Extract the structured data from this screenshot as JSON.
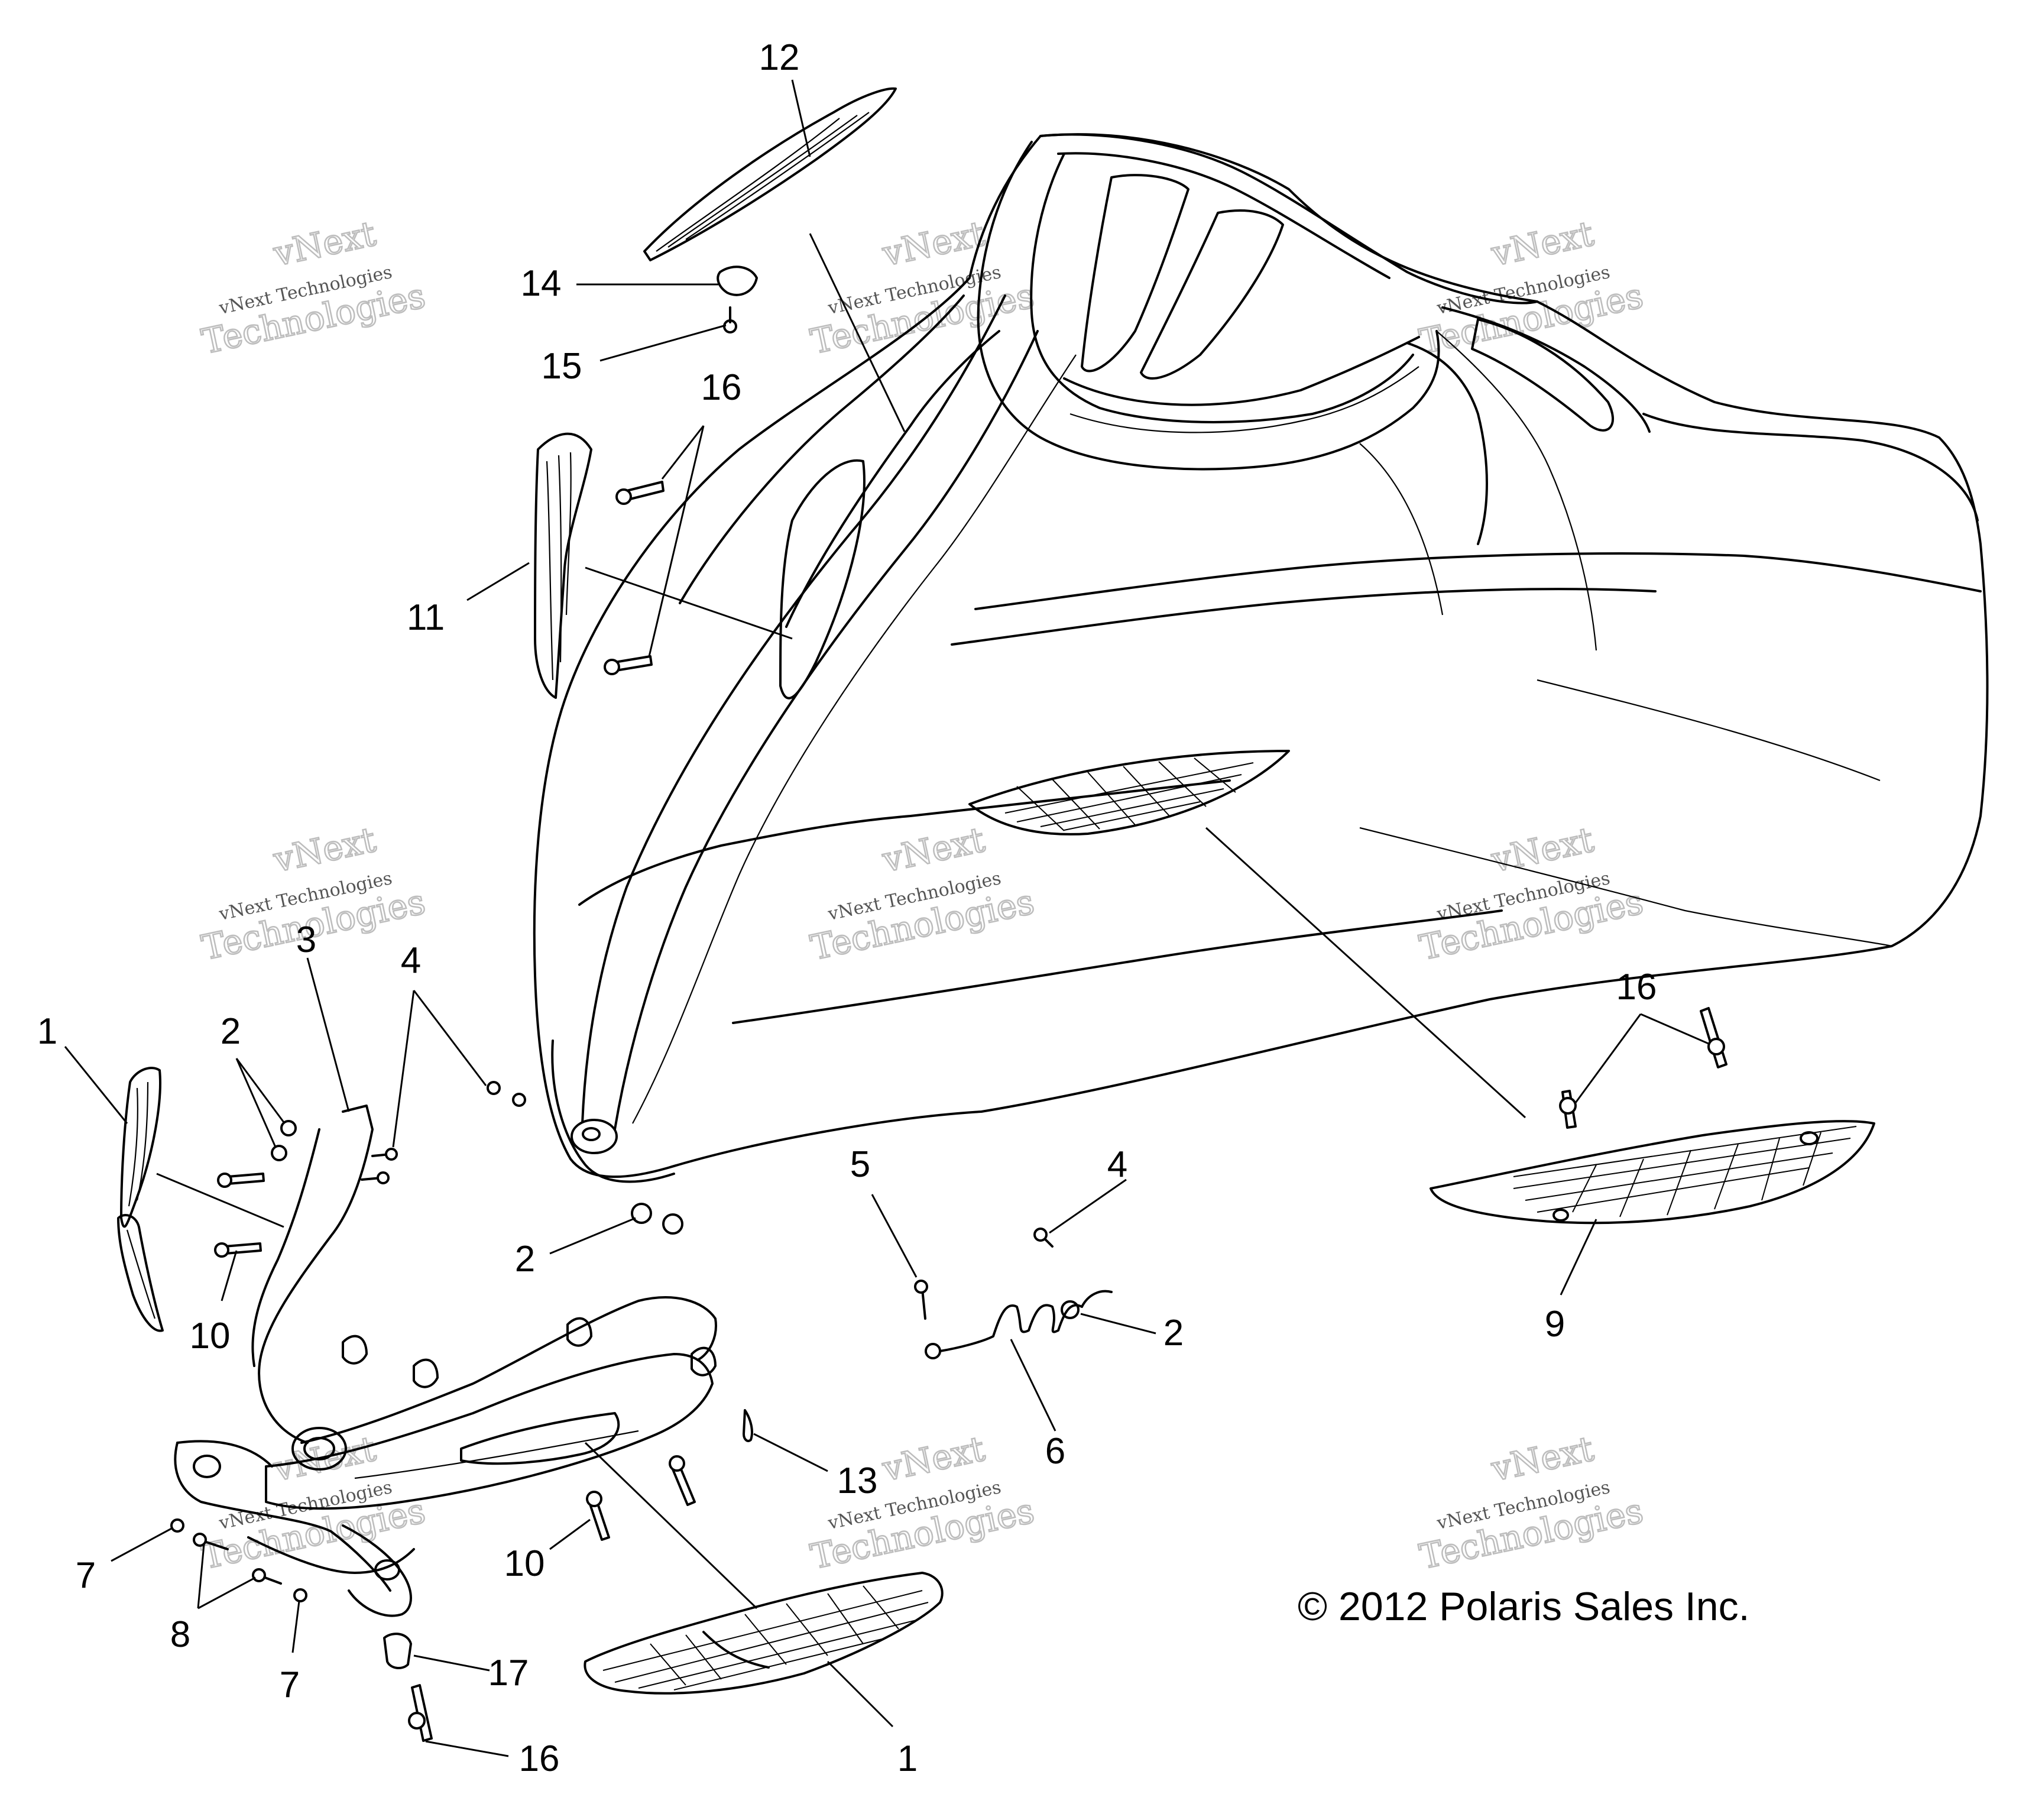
{
  "copyright": "© 2012 Polaris Sales Inc.",
  "watermark": {
    "line1": "vNext",
    "line2": "vNext Technologies",
    "line3": "Technologies"
  },
  "callouts": [
    "12",
    "14",
    "15",
    "16",
    "11",
    "3",
    "4",
    "1",
    "2",
    "10",
    "2",
    "7",
    "8",
    "7",
    "10",
    "13",
    "17",
    "16",
    "1",
    "5",
    "4",
    "6",
    "2",
    "16",
    "9"
  ],
  "colors": {
    "line": "#000000",
    "watermark": "#bdbdbd",
    "background": "#ffffff"
  }
}
